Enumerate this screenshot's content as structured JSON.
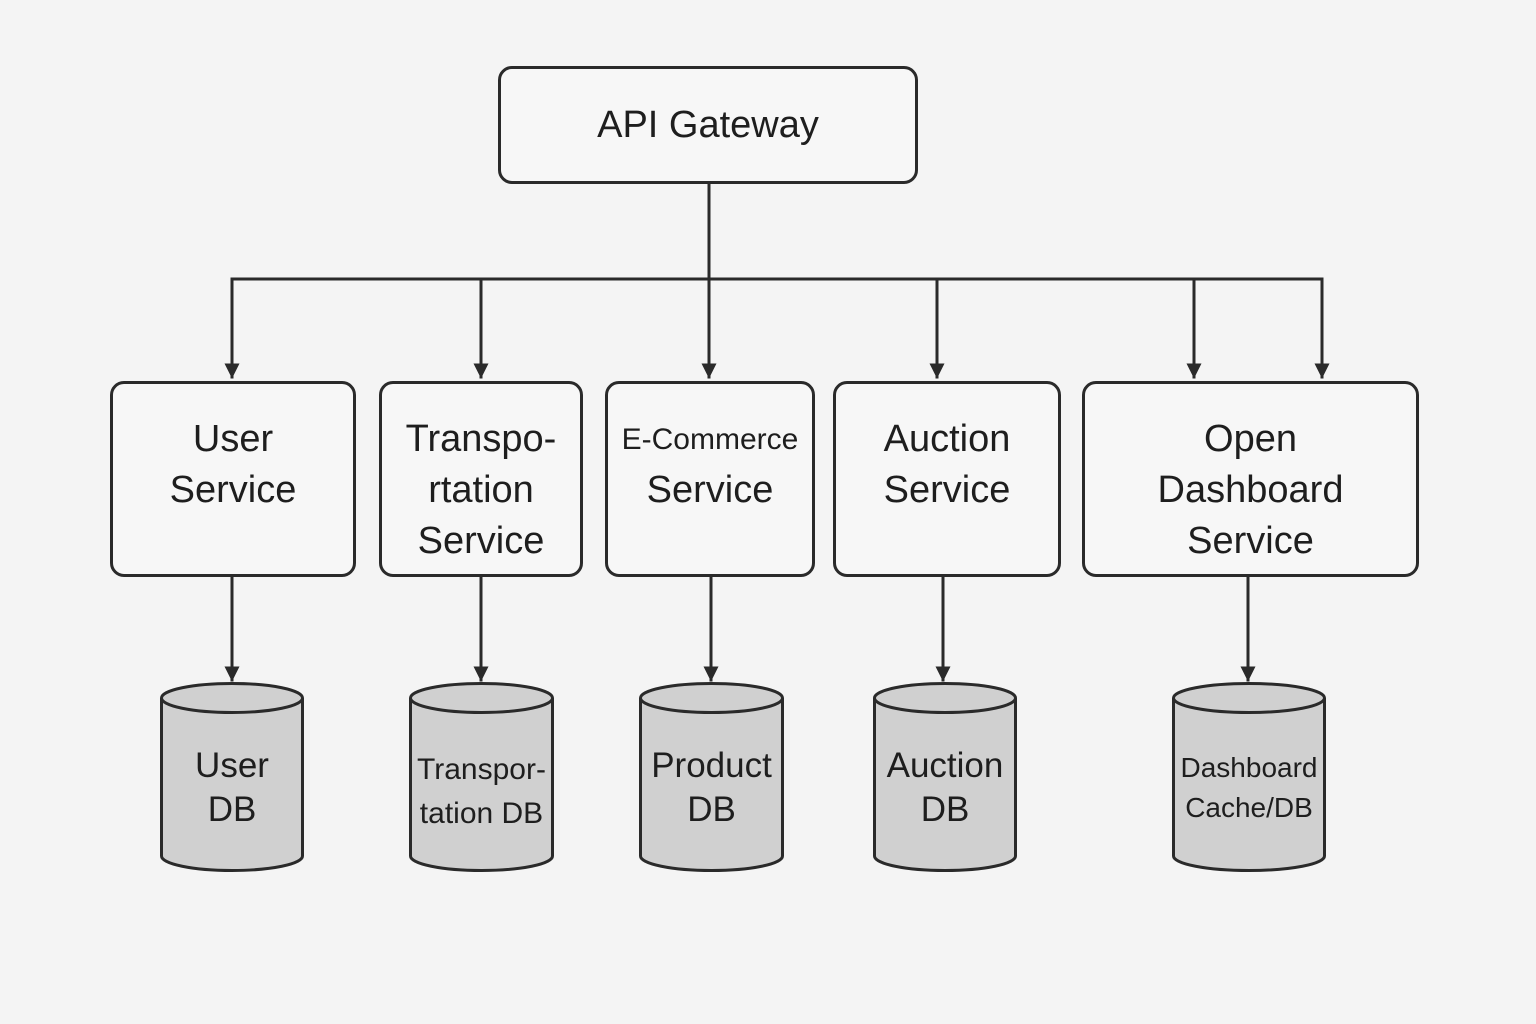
{
  "diagram": {
    "gateway": {
      "lines": [
        "API Gateway"
      ]
    },
    "services": [
      {
        "id": "user",
        "lines": [
          "User",
          "Service"
        ]
      },
      {
        "id": "transportation",
        "lines": [
          "Transpo-",
          "rtation",
          "Service"
        ]
      },
      {
        "id": "ecommerce",
        "lines": [
          "E-Commerce",
          "Service"
        ]
      },
      {
        "id": "auction",
        "lines": [
          "Auction",
          "Service"
        ]
      },
      {
        "id": "dashboard",
        "lines": [
          "Open",
          "Dashboard",
          "Service"
        ]
      }
    ],
    "databases": [
      {
        "id": "user-db",
        "lines": [
          "User",
          "DB"
        ]
      },
      {
        "id": "transportation-db",
        "lines": [
          "Transpor-",
          "tation DB"
        ]
      },
      {
        "id": "product-db",
        "lines": [
          "Product",
          "DB"
        ]
      },
      {
        "id": "auction-db",
        "lines": [
          "Auction",
          "DB"
        ]
      },
      {
        "id": "dashboard-db",
        "lines": [
          "Dashboard",
          "Cache/DB"
        ]
      }
    ]
  },
  "colors": {
    "background": "#f4f4f4",
    "stroke": "#2a2a2a",
    "box_fill": "#f7f7f7",
    "db_fill": "#d0d0d0",
    "text": "#1e1e1e"
  }
}
